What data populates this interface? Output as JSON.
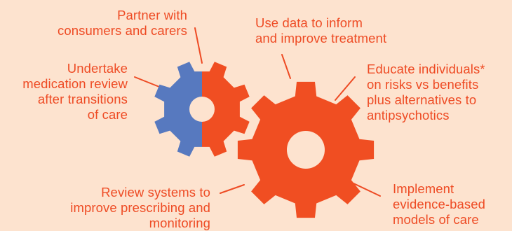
{
  "colors": {
    "background": "#fde3cf",
    "text": "#ee4b24",
    "gear_orange": "#f04e22",
    "gear_blue": "#5779bf",
    "connector": "#ee4b24"
  },
  "labels": {
    "partner": "Partner with\nconsumers and carers",
    "use_data": "Use data to inform\nand improve treatment",
    "undertake": "Undertake\nmedication review\nafter transitions\nof care",
    "educate": "Educate individuals*\non risks vs benefits\nplus alternatives to\nantipsychotics",
    "review": "Review systems to\nimprove prescribing and\nmonitoring",
    "implement": "Implement\nevidence-based\nmodels of care"
  }
}
